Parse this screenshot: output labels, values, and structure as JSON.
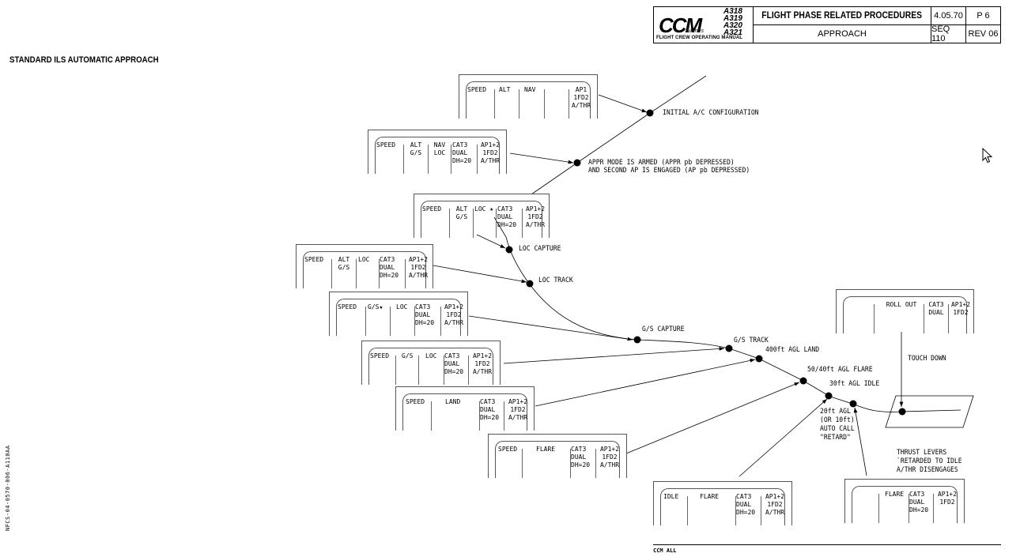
{
  "header": {
    "logo_text": "CCM",
    "logo_models": [
      "A318",
      "A319",
      "A320",
      "A321"
    ],
    "logo_airlines": "Airlines",
    "logo_manual": "FLIGHT CREW OPERATING MANUAL",
    "title": "FLIGHT PHASE RELATED PROCEDURES",
    "subtitle": "APPROACH",
    "ref": "4.05.70",
    "page": "P 6",
    "seq": "SEQ 110",
    "rev": "REV 06"
  },
  "document_title": "STANDARD ILS AUTOMATIC APPROACH",
  "fma_panels": [
    {
      "name": "initial",
      "cols": [
        "SPEED",
        "ALT",
        "NAV",
        "",
        "AP1\n1FD2\nA/THR"
      ]
    },
    {
      "name": "appr-armed",
      "cols": [
        "SPEED",
        "ALT\nG/S",
        "NAV\nLOC",
        "CAT3\nDUAL\nDH=20",
        "AP1+2\n1FD2\nA/THR"
      ]
    },
    {
      "name": "loc-capture",
      "cols": [
        "SPEED",
        "ALT\nG/S",
        "LOC ★",
        "CAT3\nDUAL\nDH=20",
        "AP1+2\n1FD2\nA/THR"
      ]
    },
    {
      "name": "loc-track",
      "cols": [
        "SPEED",
        "ALT\nG/S",
        "LOC",
        "CAT3\nDUAL\nDH=20",
        "AP1+2\n1FD2\nA/THR"
      ]
    },
    {
      "name": "gs-capture",
      "cols": [
        "SPEED",
        "G/S★",
        "LOC",
        "CAT3\nDUAL\nDH=20",
        "AP1+2\n1FD2\nA/THR"
      ]
    },
    {
      "name": "gs-track",
      "cols": [
        "SPEED",
        "G/S",
        "LOC",
        "CAT3\nDUAL\nDH=20",
        "AP1+2\n1FD2\nA/THR"
      ]
    },
    {
      "name": "land",
      "cols": [
        "SPEED",
        "LAND",
        "CAT3\nDUAL\nDH=20",
        "AP1+2\n1FD2\nA/THR"
      ]
    },
    {
      "name": "flare",
      "cols": [
        "SPEED",
        "FLARE",
        "CAT3\nDUAL\nDH=20",
        "AP1+2\n1FD2\nA/THR"
      ]
    },
    {
      "name": "idle-flare",
      "cols": [
        "IDLE",
        "FLARE",
        "CAT3\nDUAL\nDH=20",
        "AP1+2\n1FD2\nA/THR"
      ]
    },
    {
      "name": "retard-flare",
      "cols": [
        "",
        "FLARE",
        "CAT3\nDUAL\nDH=20",
        "AP1+2\n1FD2"
      ]
    },
    {
      "name": "roll-out",
      "cols": [
        "",
        "ROLL OUT",
        "CAT3\nDUAL",
        "AP1+2\n1FD2"
      ]
    }
  ],
  "events": {
    "initial": "INITIAL A/C CONFIGURATION",
    "appr_armed_1": "APPR MODE IS ARMED (APPR pb DEPRESSED)",
    "appr_armed_2": "AND SECOND AP IS ENGAGED (AP pb DEPRESSED)",
    "loc_capture": "LOC CAPTURE",
    "loc_track": "LOC TRACK",
    "gs_capture": "G/S CAPTURE",
    "gs_track": "G/S TRACK",
    "land": "400ft AGL LAND",
    "flare": "50/40ft AGL FLARE",
    "idle": "30ft AGL IDLE",
    "retard_1": "20ft AGL",
    "retard_2": "(OR 10ft)",
    "retard_3": "AUTO CALL",
    "retard_4": "\"RETARD\"",
    "touch_down": "TOUCH DOWN",
    "thrust_1": "THRUST LEVERS",
    "thrust_2": "`RETARDED TO IDLE",
    "thrust_3": "A/THR DISENGAGES"
  },
  "side_code": "NFCS-04-0570-006-A110AA",
  "footer": "CCM ALL"
}
